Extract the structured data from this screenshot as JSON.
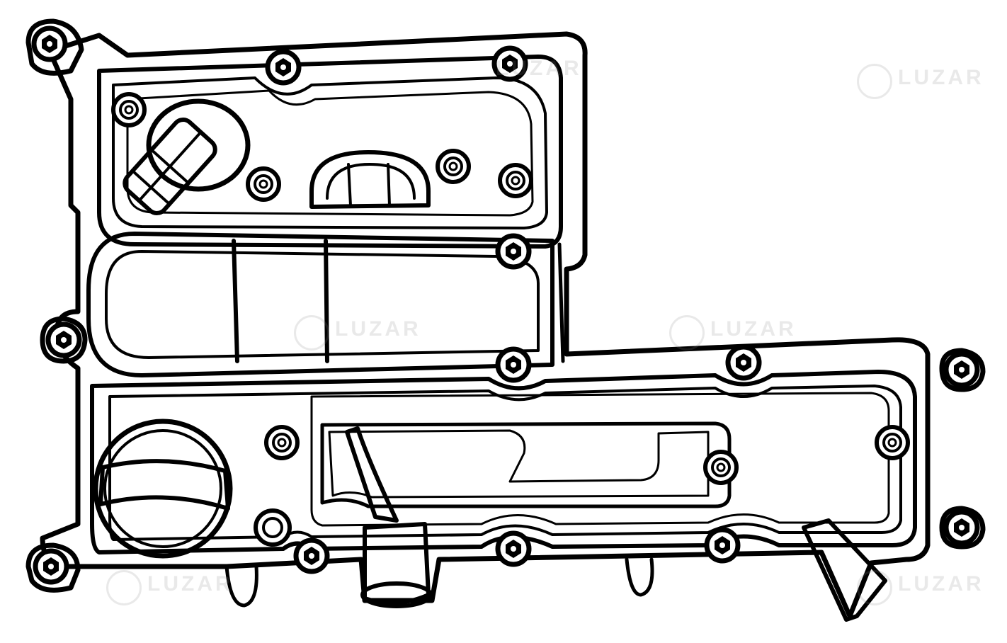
{
  "watermark": {
    "brand": "LUZAR",
    "logo_icon": "luzar-lion-logo-icon",
    "copies": 6
  },
  "colors": {
    "stroke": "#000000",
    "fill": "#ffffff",
    "watermark": "#8a8a8a"
  },
  "drawing": {
    "subject": "valve-cover-line-drawing"
  }
}
